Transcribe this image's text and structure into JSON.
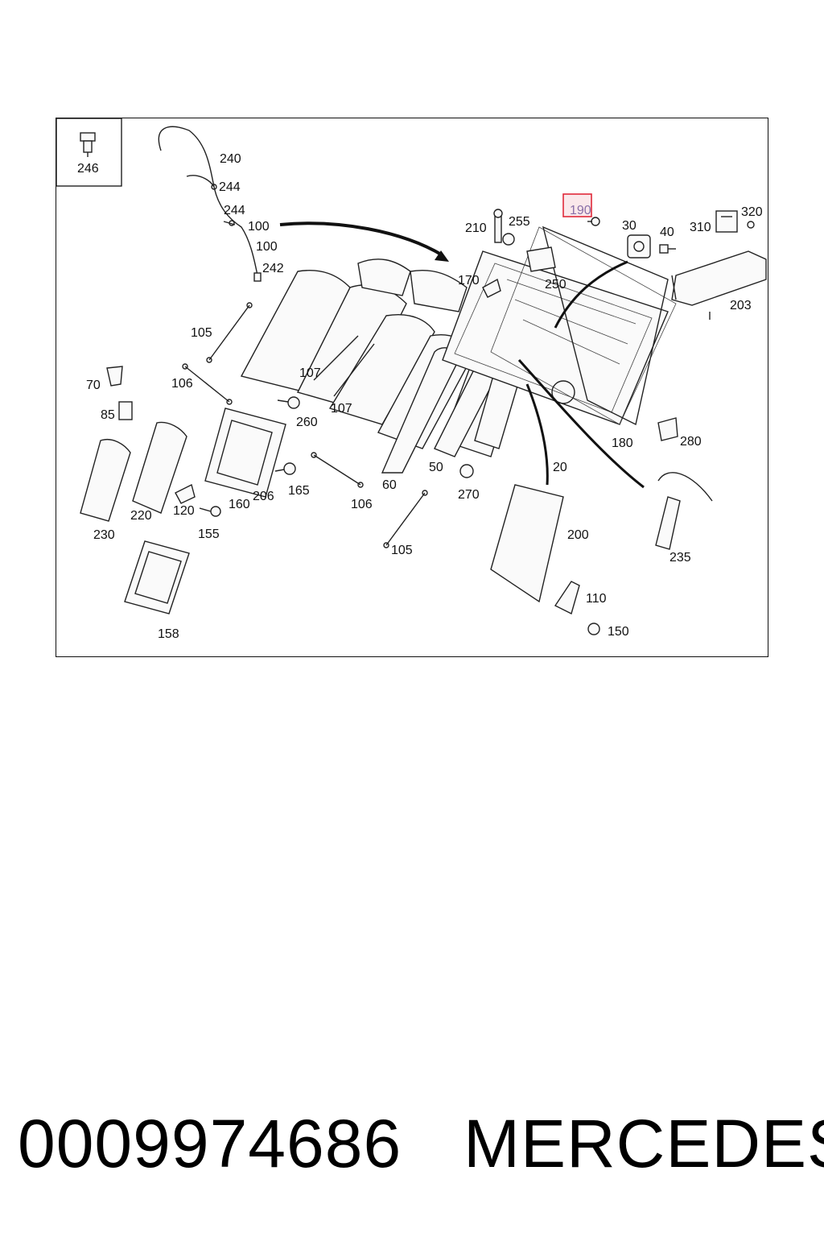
{
  "diagram": {
    "highlight_color": "#e0293a",
    "highlighted_callout": "190",
    "callouts": {
      "c246": "246",
      "c240": "240",
      "c244a": "244",
      "c244b": "244",
      "c100a": "100",
      "c100b": "100",
      "c242": "242",
      "c210": "210",
      "c255": "255",
      "c190": "190",
      "c30": "30",
      "c40": "40",
      "c310": "310",
      "c320": "320",
      "c170": "170",
      "c250": "250",
      "c203": "203",
      "c105a": "105",
      "c70": "70",
      "c106a": "106",
      "c107a": "107",
      "c107b": "107",
      "c85": "85",
      "c260": "260",
      "c180": "180",
      "c280": "280",
      "c230": "230",
      "c220": "220",
      "c120": "120",
      "c160": "160",
      "c206": "206",
      "c165": "165",
      "c155": "155",
      "c106b": "106",
      "c60": "60",
      "c50": "50",
      "c20": "20",
      "c270": "270",
      "c200": "200",
      "c235": "235",
      "c105b": "105",
      "c110": "110",
      "c150": "150",
      "c158": "158"
    }
  },
  "footer": {
    "part_number": "0009974686",
    "brand": "MERCEDES"
  }
}
